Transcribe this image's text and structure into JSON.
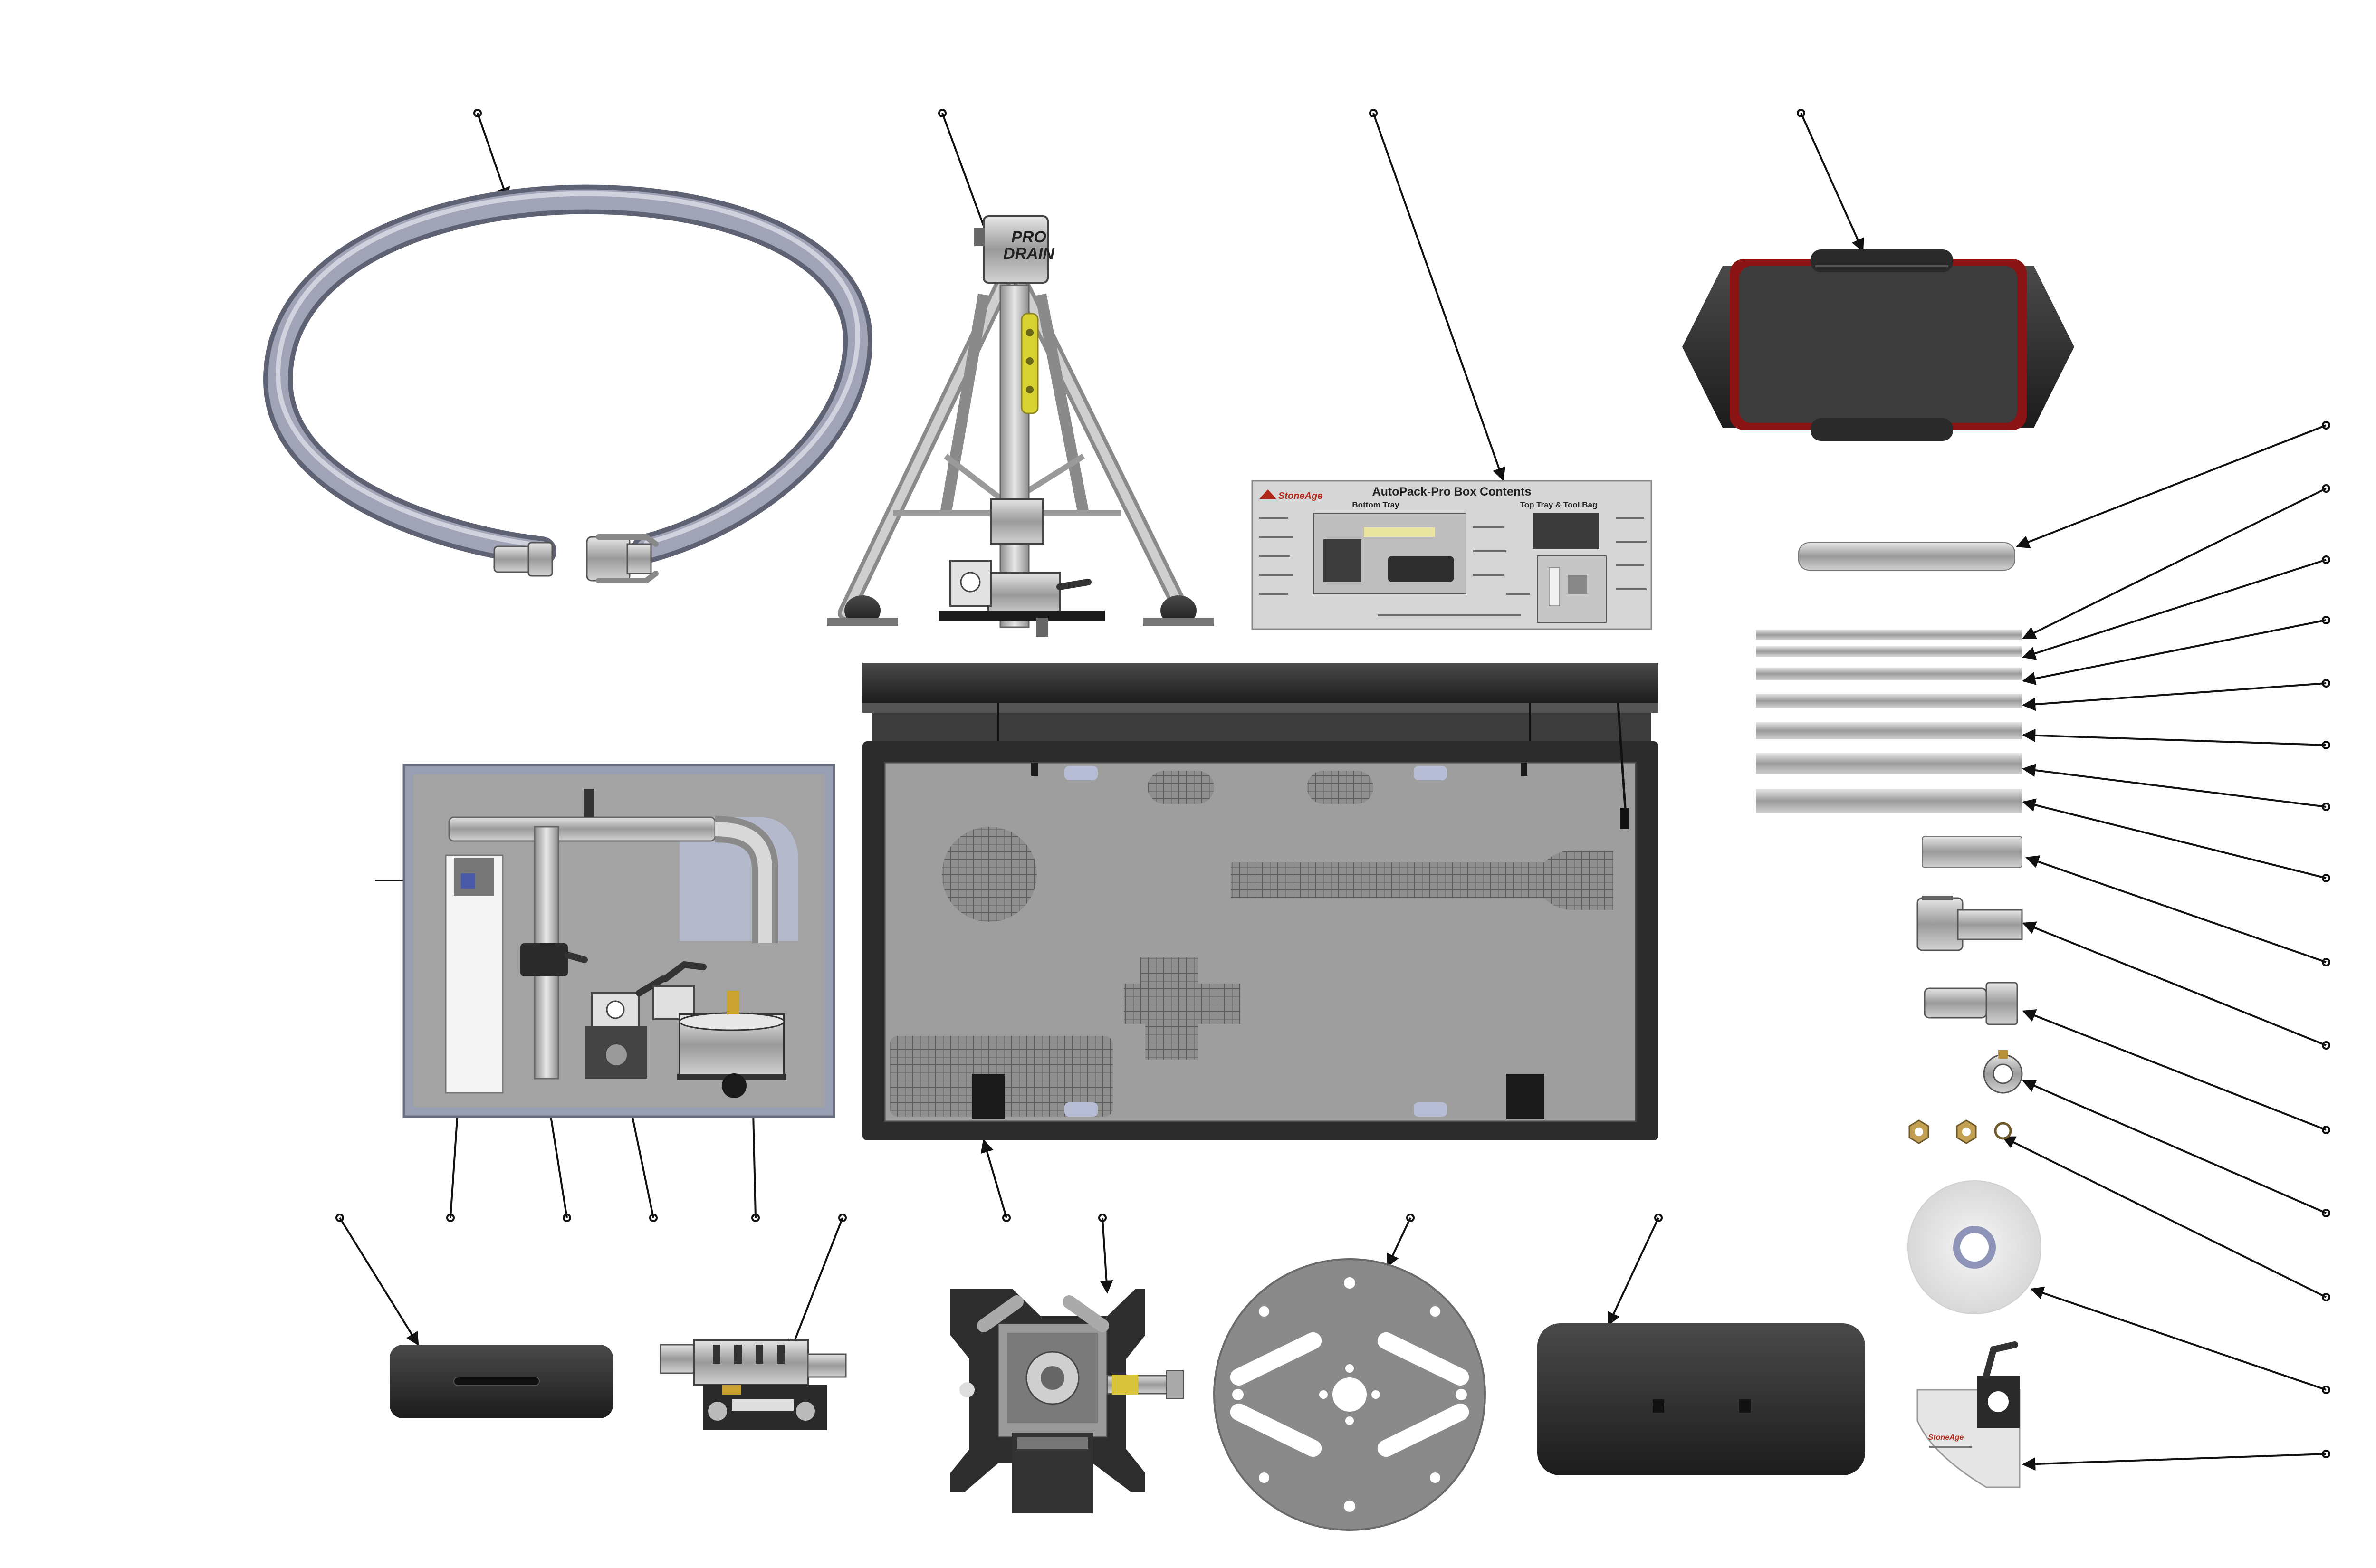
{
  "colors": {
    "background": "#ffffff",
    "leader": "#111111",
    "hose": "#8b8fa3",
    "steel": "#b8b8b8",
    "dark_part": "#3a3a3a",
    "tray": "#9e9e9e",
    "box_red": "#8a1414",
    "poster_bg": "#d6d6d6",
    "brand_red": "#b0281a",
    "yellow": "#d9d233"
  },
  "poster": {
    "brand": "StoneAge",
    "title": "AutoPack-Pro Box Contents",
    "left_heading": "Bottom Tray",
    "right_heading": "Top Tray & Tool Bag"
  },
  "tripod_label": {
    "line1": "PRO",
    "line2": "DRAIN"
  },
  "bracket_label": {
    "brand": "StoneAge"
  },
  "parts": [
    {
      "name": "coiled-hose-assembly",
      "icon": "hose-icon"
    },
    {
      "name": "pro-drain-tripod",
      "icon": "tripod-icon"
    },
    {
      "name": "box-contents-poster",
      "icon": "document-icon"
    },
    {
      "name": "tool-bag",
      "icon": "bag-icon"
    },
    {
      "name": "short-large-tube",
      "icon": "tube-icon"
    },
    {
      "name": "long-rod-set",
      "icon": "rod-icon"
    },
    {
      "name": "short-tube-segment",
      "icon": "tube-icon"
    },
    {
      "name": "female-coupler",
      "icon": "coupler-icon"
    },
    {
      "name": "male-coupler",
      "icon": "coupler-icon"
    },
    {
      "name": "swivel-ring",
      "icon": "ring-icon"
    },
    {
      "name": "hex-nuts-and-washer",
      "icon": "nut-icon"
    },
    {
      "name": "disc-spacer",
      "icon": "disc-icon"
    },
    {
      "name": "mounting-bracket",
      "icon": "bracket-icon"
    },
    {
      "name": "top-tray-with-parts",
      "icon": "tray-icon"
    },
    {
      "name": "bottom-tray",
      "icon": "tray-icon"
    },
    {
      "name": "rubber-pad",
      "icon": "pad-icon"
    },
    {
      "name": "gear-drive-block",
      "icon": "gearbox-icon"
    },
    {
      "name": "rotary-head-frame",
      "icon": "frame-icon"
    },
    {
      "name": "slotted-base-plate",
      "icon": "plate-icon"
    },
    {
      "name": "foam-block",
      "icon": "block-icon"
    }
  ]
}
